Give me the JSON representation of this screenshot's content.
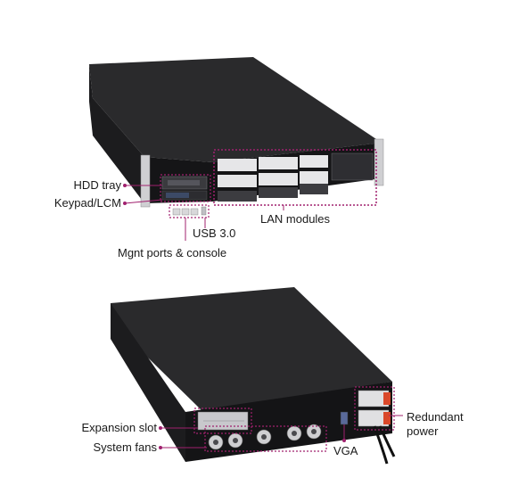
{
  "accent_color": "#a0206e",
  "front_view": {
    "labels": {
      "hdd_tray": "HDD tray",
      "keypad_lcm": "Keypad/LCM",
      "usb": "USB 3.0",
      "mgmt_ports": "Mgnt ports & console",
      "lan_modules": "LAN modules"
    }
  },
  "rear_view": {
    "labels": {
      "expansion_slot": "Expansion slot",
      "system_fans": "System fans",
      "vga": "VGA",
      "redundant_power_line1": "Redundant",
      "redundant_power_line2": "power"
    }
  }
}
